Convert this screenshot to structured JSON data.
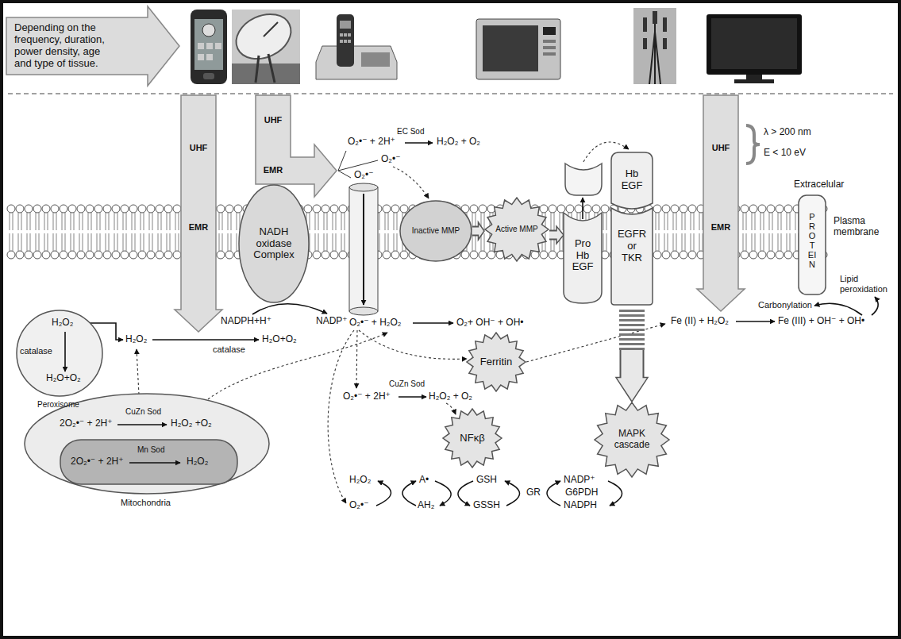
{
  "diagram": {
    "nodes": [
      {
        "text": [
          "Depending on the frequency, duration, power density, age and type of tissue."
        ]
      },
      {
        "text": [
          "UHF",
          "EMR"
        ]
      },
      {
        "text": [
          "UHF",
          "EMR"
        ]
      },
      {
        "text": [
          "NADH oxidase Complex"
        ]
      },
      {
        "text": [
          "Inactive MMP"
        ]
      },
      {
        "text": [
          "Active MMP"
        ]
      },
      {
        "text": [
          "Pro Hb EGF"
        ]
      },
      {
        "text": [
          "Hb EGF"
        ]
      },
      {
        "text": [
          "EGFR or TKR"
        ]
      },
      {
        "text": [
          "UHF",
          "EMR"
        ]
      },
      {
        "text": [
          "PROTEIN"
        ]
      },
      {
        "text": [
          "H₂O₂",
          "catalase",
          "H₂O+O₂",
          "Peroxisome"
        ]
      },
      {
        "text": [
          "Ferritin"
        ]
      },
      {
        "text": [
          "NFκβ"
        ]
      },
      {
        "text": [
          "MAPK cascade"
        ]
      },
      {
        "text": [
          "2O₂•⁻ + 2H⁺",
          "CuZn Sod",
          "H₂O₂ +O₂",
          "Mitochondria"
        ]
      },
      {
        "text": [
          "2O₂•⁻ + 2H⁺",
          "Mn Sod",
          "H₂O₂"
        ],
        "in": 15
      }
    ],
    "edges": [
      {
        "from": 4,
        "to": 5,
        "arrow": "to"
      },
      {
        "from": 5,
        "to": 6,
        "arrow": "to"
      },
      {
        "from": 8,
        "to": 14,
        "arrow": "to"
      }
    ],
    "labels": [
      "EC Sod",
      "O₂•⁻ + 2H⁺",
      "H₂O₂ + O₂",
      "λ > 200 nm",
      "E < 10 eV",
      "O₂•⁻",
      "O₂•⁻",
      "Extracelular",
      "Plasma membrane",
      "Lipid peroxidation",
      "NADPH+H⁺",
      "NADP⁺",
      "O₂•⁻ + H₂O₂",
      "O₂+ OH⁻ + OH•",
      "Fe (II) + H₂O₂",
      "Fe (III) + OH⁻ + OH•",
      "Carbonylation",
      "H₂O₂",
      "H₂O+O₂",
      "catalase",
      "CuZn Sod",
      "O₂•⁻ + 2H⁺",
      "H₂O₂ + O₂",
      "H₂O₂",
      "A•",
      "GSH",
      "NADP⁺",
      "GR",
      "G6PDH",
      "O₂•⁻",
      "AH₂",
      "GSSH",
      "NADPH"
    ]
  }
}
